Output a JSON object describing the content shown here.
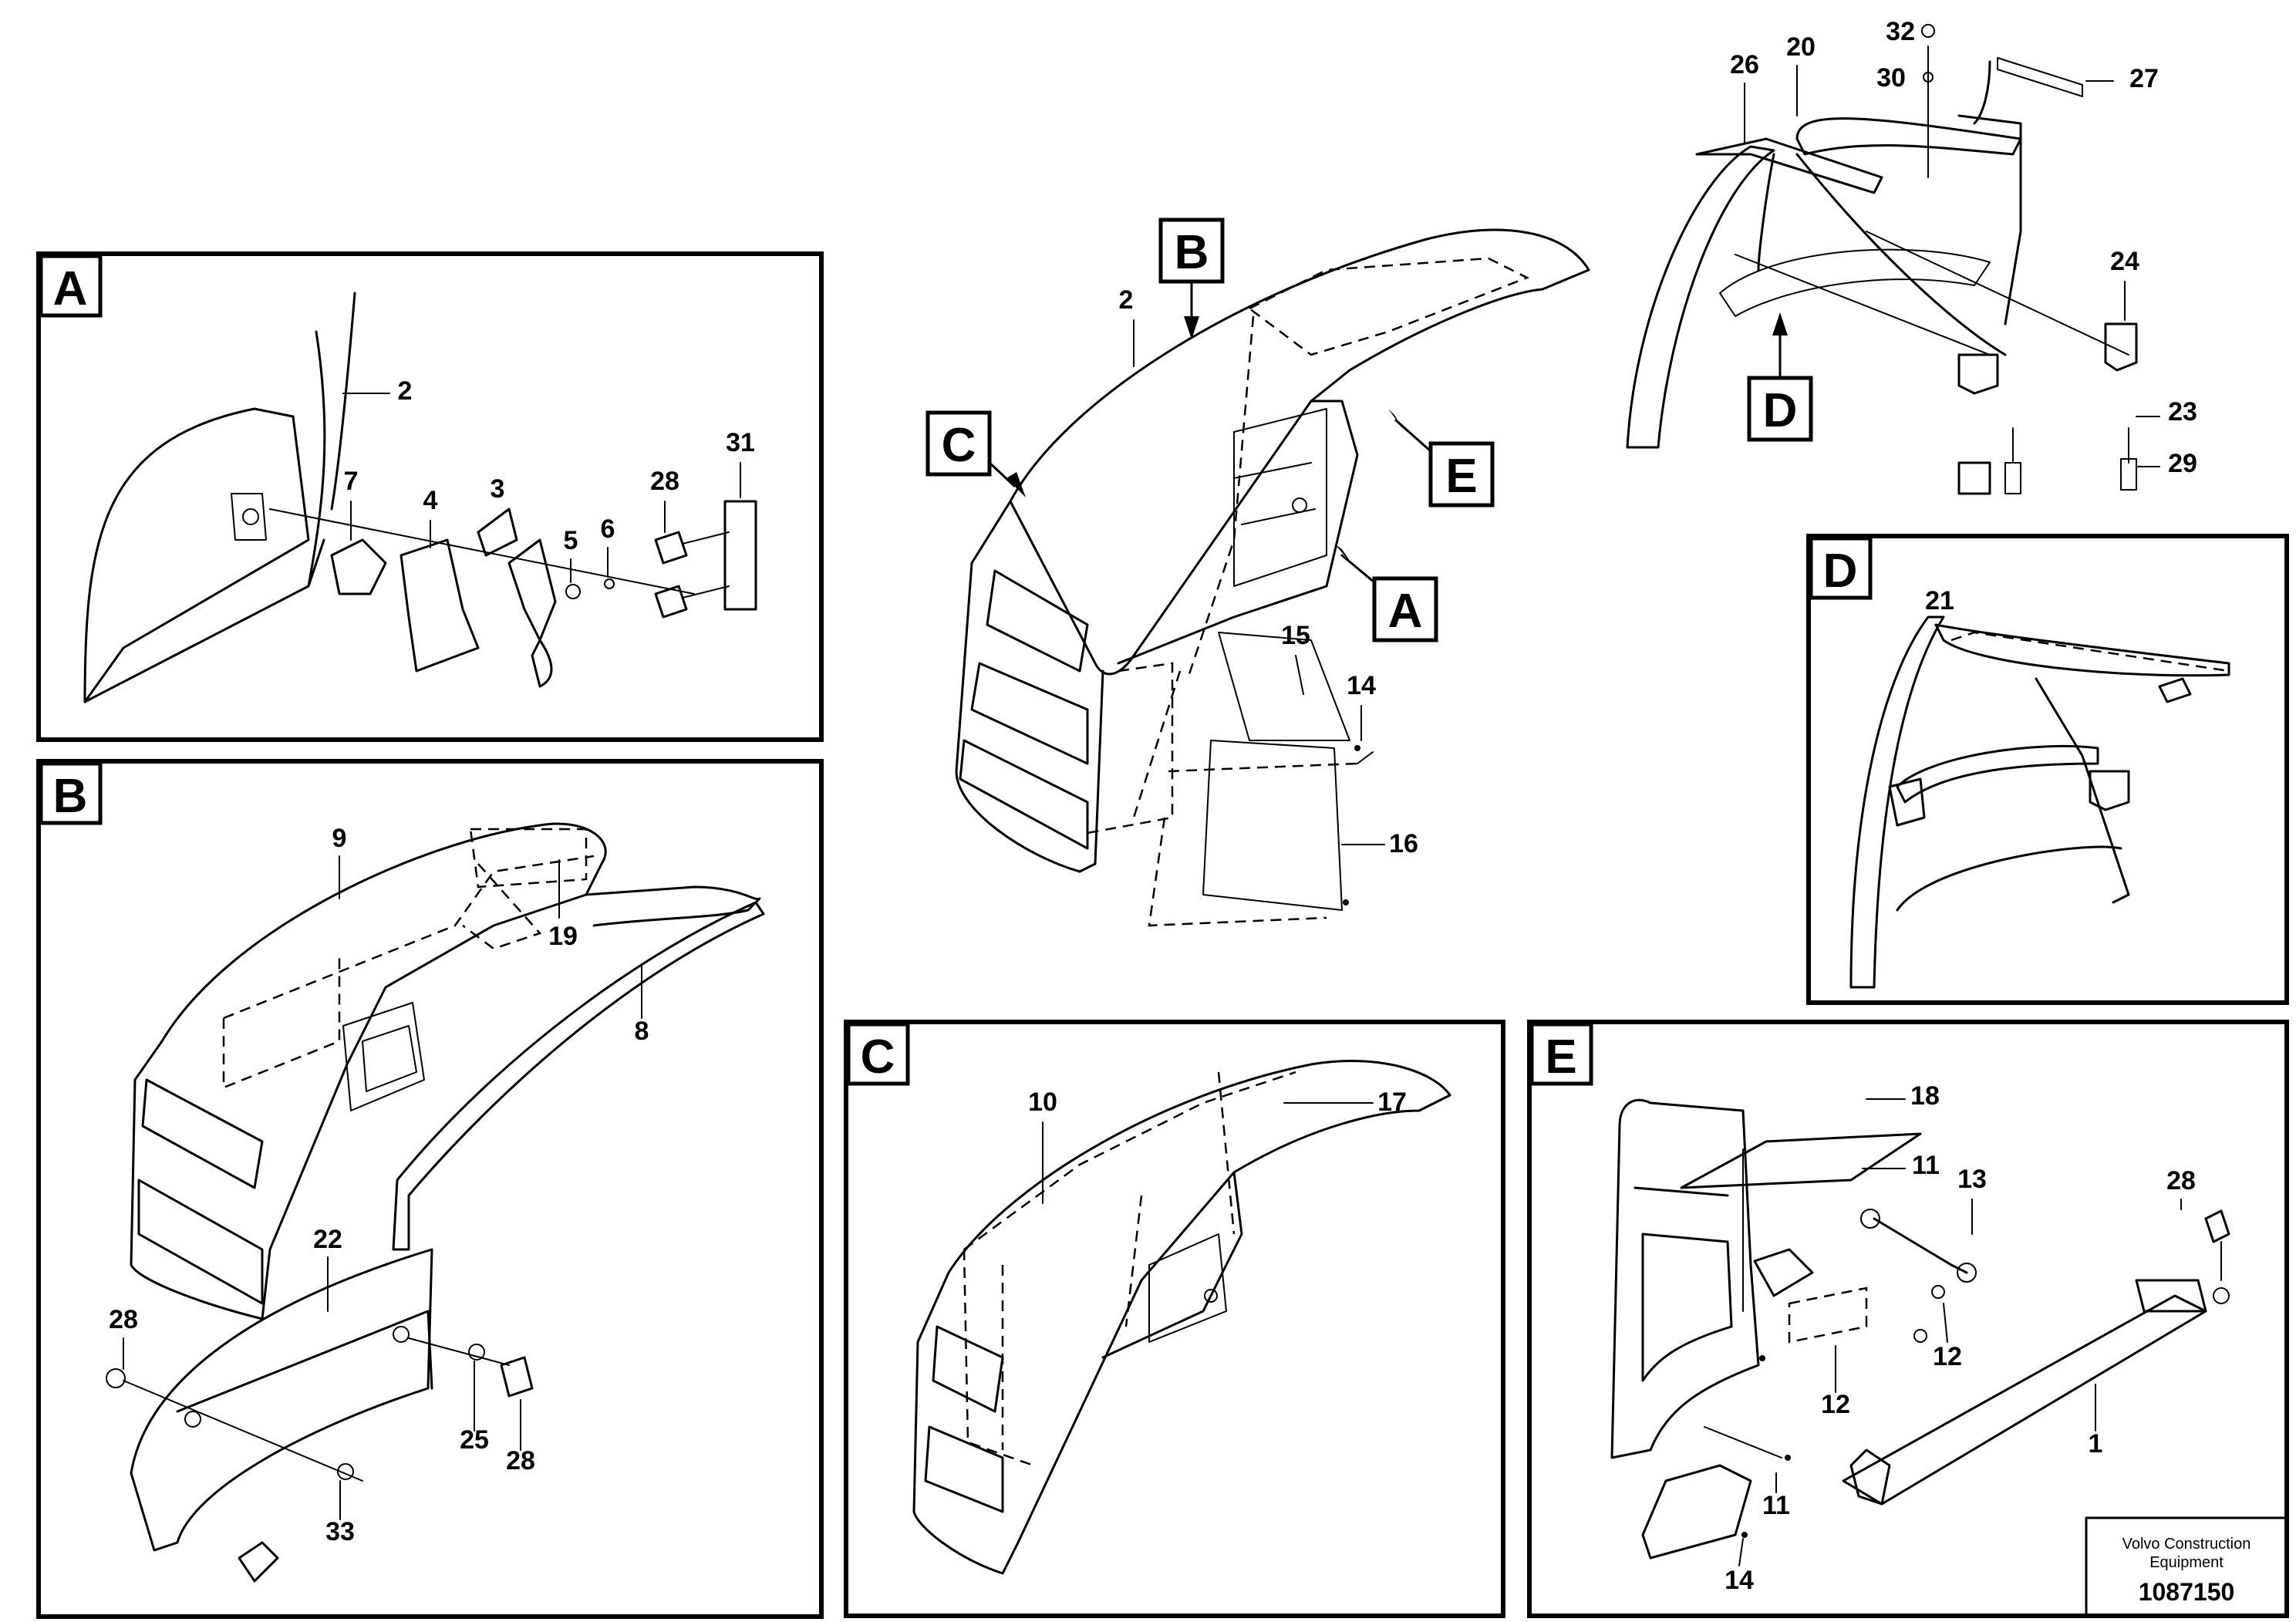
{
  "detail_labels": [
    "A",
    "B",
    "C",
    "D",
    "E"
  ],
  "main_view": {
    "callouts": {
      "c2": "2",
      "c15": "15",
      "c14": "14",
      "c16": "16"
    },
    "pointer_labels": {
      "A": "A",
      "B": "B",
      "C": "C",
      "E": "E"
    }
  },
  "top_right": {
    "callouts": {
      "c32": "32",
      "c20": "20",
      "c26": "26",
      "c30": "30",
      "c27": "27",
      "c24": "24",
      "c23": "23",
      "c29": "29"
    },
    "pointer_labels": {
      "D": "D"
    }
  },
  "detail_A": {
    "title": "A",
    "callouts": {
      "c2": "2",
      "c7": "7",
      "c4": "4",
      "c3": "3",
      "c28": "28",
      "c31": "31",
      "c5": "5",
      "c6": "6"
    }
  },
  "detail_B": {
    "title": "B",
    "callouts": {
      "c9": "9",
      "c19": "19",
      "c8": "8",
      "c22": "22",
      "c28a": "28",
      "c25": "25",
      "c28b": "28",
      "c33": "33"
    }
  },
  "detail_C": {
    "title": "C",
    "callouts": {
      "c10": "10",
      "c17": "17"
    }
  },
  "detail_D": {
    "title": "D",
    "callouts": {
      "c21": "21"
    }
  },
  "detail_E": {
    "title": "E",
    "callouts": {
      "c18": "18",
      "c11a": "11",
      "c13": "13",
      "c28": "28",
      "c12a": "12",
      "c12b": "12",
      "c1": "1",
      "c11b": "11",
      "c14": "14"
    }
  },
  "footer": {
    "company_line1": "Volvo Construction",
    "company_line2": "Equipment",
    "document_number": "1087150"
  }
}
